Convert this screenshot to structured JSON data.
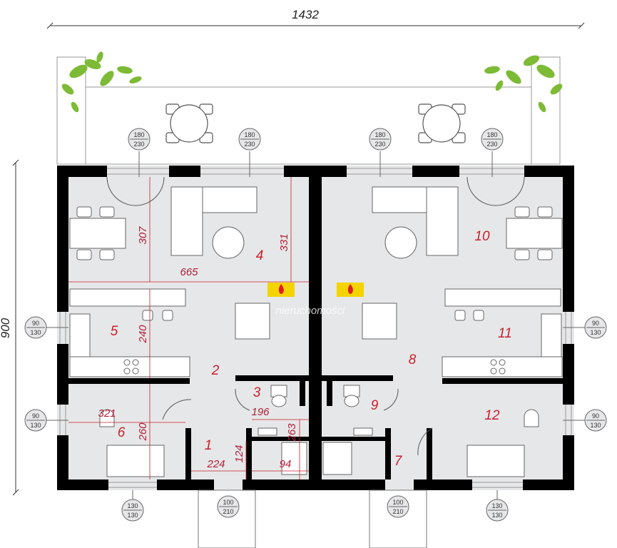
{
  "plan": {
    "overall_width": "1432",
    "overall_depth": "900",
    "rooms": [
      "1",
      "2",
      "3",
      "4",
      "5",
      "6",
      "7",
      "8",
      "9",
      "10",
      "11",
      "12"
    ],
    "dimensions": [
      "665",
      "307",
      "331",
      "240",
      "260",
      "321",
      "196",
      "263",
      "224",
      "124",
      "94"
    ],
    "windows": {
      "w180_top": "180",
      "w180_bottom": "230",
      "w90_top": "90",
      "w90_bottom": "130",
      "w130_top": "130",
      "w130_bottom": "130",
      "door_top": "100",
      "door_bottom": "210"
    },
    "watermark": "nieruchomości"
  },
  "colors": {
    "wall": "#000000",
    "floor": "#e6e7e8",
    "terrace": "#ffffff",
    "dimension_text": "#b3203a",
    "room_number": "#c8202f",
    "fireplace": "#f4d400",
    "plant": "#7dbb36"
  }
}
